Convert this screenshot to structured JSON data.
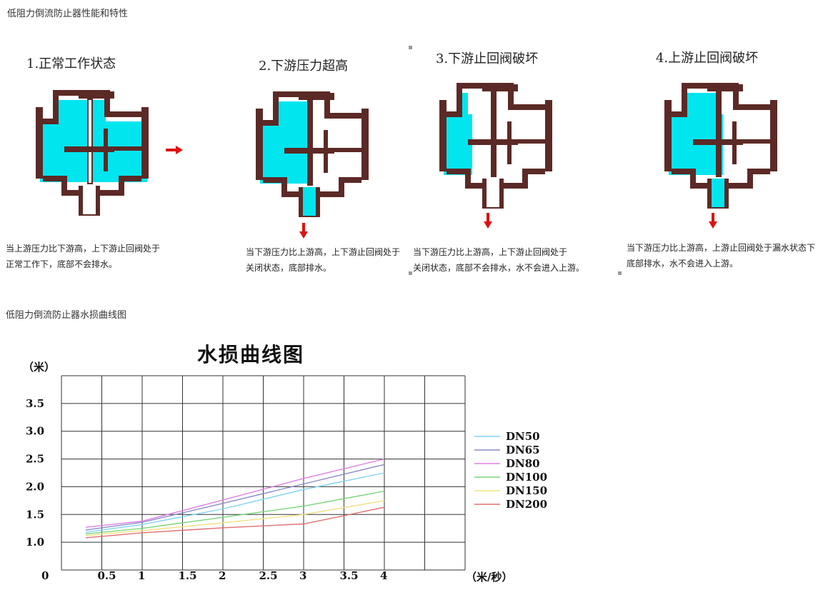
{
  "section1": {
    "title": "低阻力倒流防止器性能和特性"
  },
  "panels": [
    {
      "title": "1.正常工作状态",
      "desc": [
        "当上游压力比下游高，上下游止回阀处于",
        "正常工作下，底部不会排水。"
      ]
    },
    {
      "title": "2.下游压力超高",
      "desc": [
        "当下游压力比上游高，上下游止回阀处于",
        "关闭状态，底部排水。"
      ]
    },
    {
      "title": "3.下游止回阀破坏",
      "desc": [
        "当下游压力比上游高，上下游止回阀处于",
        "关闭状态，底部不会排水，水不会进入上游。"
      ]
    },
    {
      "title": "4.上游止回阀破坏",
      "desc": [
        "当下游压力比上游高，上游止回阀处于漏水状态下",
        "底部排水，水不会进入上游。"
      ]
    }
  ],
  "section2": {
    "title": "低阻力倒流防止器水损曲线图"
  },
  "colors": {
    "water": "#00e5ee",
    "body": "#5c2a26",
    "arrow": "#e01010",
    "grid": "#333333"
  },
  "chart_data": {
    "type": "line",
    "title": "水损曲线图",
    "ylabel": "（米）",
    "xlabel": "（米/秒）",
    "origin_label": "0",
    "x_tick_labels": [
      "0.5",
      "1",
      "1.5",
      "2",
      "2.5",
      "3",
      "3.5",
      "4"
    ],
    "y_tick_labels": [
      "1.0",
      "1.5",
      "2.0",
      "2.5",
      "3.0",
      "3.5"
    ],
    "xlim": [
      0,
      5
    ],
    "ylim": [
      0.5,
      4.0
    ],
    "grid": true,
    "legend_position": "right",
    "series": [
      {
        "name": "DN50",
        "color": "#7fd3f0",
        "x": [
          0.3,
          1.0,
          2.0,
          3.0,
          4.0
        ],
        "y": [
          1.18,
          1.32,
          1.6,
          1.95,
          2.25
        ]
      },
      {
        "name": "DN65",
        "color": "#8a8ac8",
        "x": [
          0.3,
          1.0,
          2.0,
          3.0,
          4.0
        ],
        "y": [
          1.22,
          1.36,
          1.7,
          2.05,
          2.4
        ]
      },
      {
        "name": "DN80",
        "color": "#e080e0",
        "x": [
          0.3,
          1.0,
          2.0,
          3.0,
          4.0
        ],
        "y": [
          1.27,
          1.38,
          1.76,
          2.15,
          2.5
        ]
      },
      {
        "name": "DN100",
        "color": "#7ad67a",
        "x": [
          0.3,
          1.0,
          2.0,
          3.0,
          4.0
        ],
        "y": [
          1.15,
          1.25,
          1.45,
          1.65,
          1.92
        ]
      },
      {
        "name": "DN150",
        "color": "#f0e080",
        "x": [
          0.3,
          1.0,
          2.0,
          3.0,
          4.0
        ],
        "y": [
          1.12,
          1.21,
          1.35,
          1.5,
          1.75
        ]
      },
      {
        "name": "DN200",
        "color": "#e07070",
        "x": [
          0.3,
          1.0,
          2.0,
          3.0,
          4.0
        ],
        "y": [
          1.08,
          1.17,
          1.26,
          1.33,
          1.63
        ]
      }
    ]
  }
}
